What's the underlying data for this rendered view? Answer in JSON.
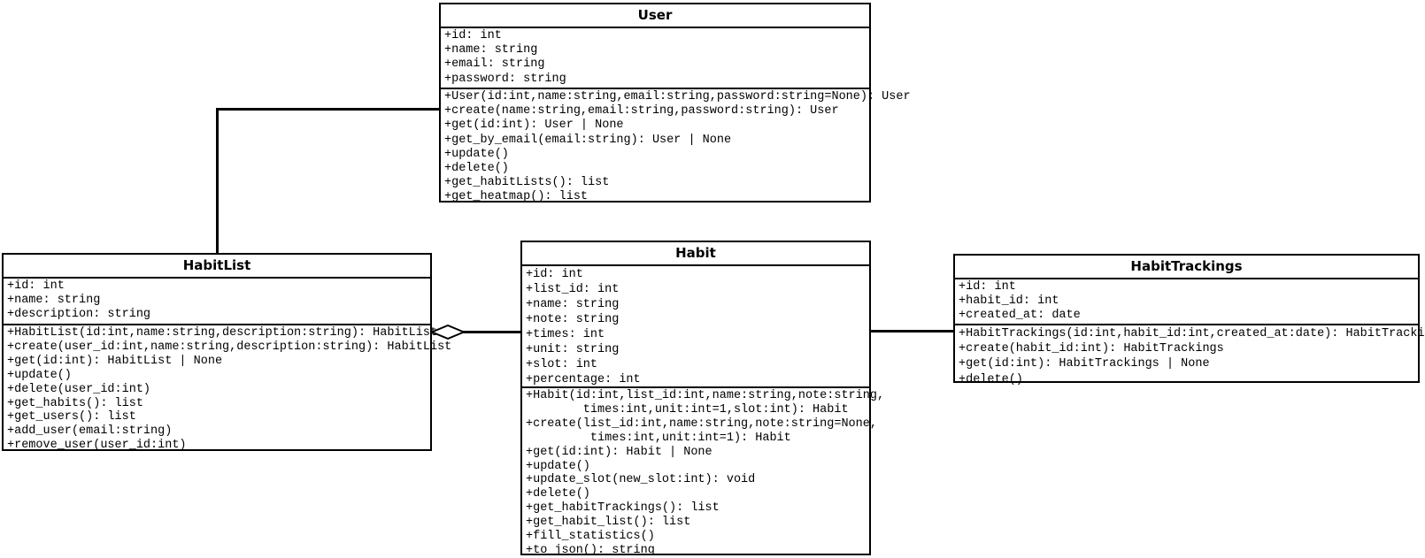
{
  "diagram": {
    "background_color": "#ffffff",
    "line_color": "#000000",
    "classes": [
      {
        "title": "User",
        "attributes": [
          "+id: int",
          "+name: string",
          "+email: string",
          "+password: string"
        ],
        "methods": [
          "+User(id:int,name:string,email:string,password:string=None): User",
          "+create(name:string,email:string,password:string): User",
          "+get(id:int): User | None",
          "+get_by_email(email:string): User | None",
          "+update()",
          "+delete()",
          "+get_habitLists(): list",
          "+get_heatmap(): list"
        ]
      },
      {
        "title": "HabitList",
        "attributes": [
          "+id: int",
          "+name: string",
          "+description: string"
        ],
        "methods": [
          "+HabitList(id:int,name:string,description:string): HabitList",
          "+create(user_id:int,name:string,description:string): HabitList",
          "+get(id:int): HabitList | None",
          "+update()",
          "+delete(user_id:int)",
          "+get_habits(): list",
          "+get_users(): list",
          "+add_user(email:string)",
          "+remove_user(user_id:int)"
        ]
      },
      {
        "title": "Habit",
        "attributes": [
          "+id: int",
          "+list_id: int",
          "+name: string",
          "+note: string",
          "+times: int",
          "+unit: string",
          "+slot: int",
          "+percentage: int"
        ],
        "methods": [
          "+Habit(id:int,list_id:int,name:string,note:string,",
          "        times:int,unit:int=1,slot:int): Habit",
          "+create(list_id:int,name:string,note:string=None,",
          "         times:int,unit:int=1): Habit",
          "+get(id:int): Habit | None",
          "+update()",
          "+update_slot(new_slot:int): void",
          "+delete()",
          "+get_habitTrackings(): list",
          "+get_habit_list(): list",
          "+fill_statistics()",
          "+to_json(): string"
        ]
      },
      {
        "title": "HabitTrackings",
        "attributes": [
          "+id: int",
          "+habit_id: int",
          "+created_at: date"
        ],
        "methods": [
          "+HabitTrackings(id:int,habit_id:int,created_at:date): HabitTrackings",
          "+create(habit_id:int): HabitTrackings",
          "+get(id:int): HabitTrackings | None",
          "+delete()"
        ]
      }
    ],
    "relationships": [
      {
        "from": "User",
        "to": "HabitList",
        "type": "association"
      },
      {
        "from": "HabitList",
        "to": "Habit",
        "type": "aggregation",
        "diamond_at": "HabitList"
      },
      {
        "from": "Habit",
        "to": "HabitTrackings",
        "type": "association"
      }
    ]
  }
}
